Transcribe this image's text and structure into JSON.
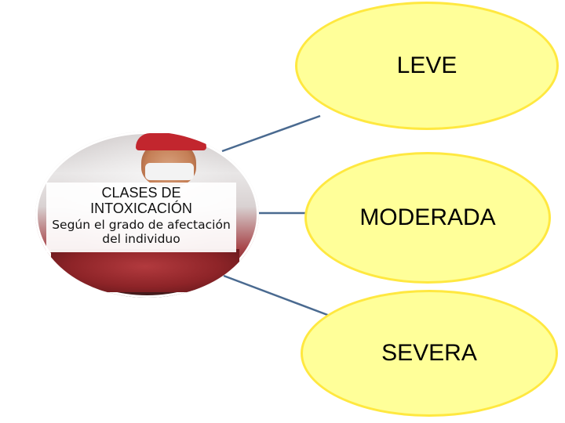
{
  "diagram": {
    "center": {
      "title": "CLASES DE INTOXICACIÓN",
      "subtitle": "Según el grado de afectación del individuo"
    },
    "nodes": [
      {
        "label": "LEVE"
      },
      {
        "label": "MODERADA"
      },
      {
        "label": "SEVERA"
      }
    ],
    "colors": {
      "node_fill": "#ffff99",
      "node_border": "#ffe840",
      "connector": "#4a6a90"
    }
  }
}
